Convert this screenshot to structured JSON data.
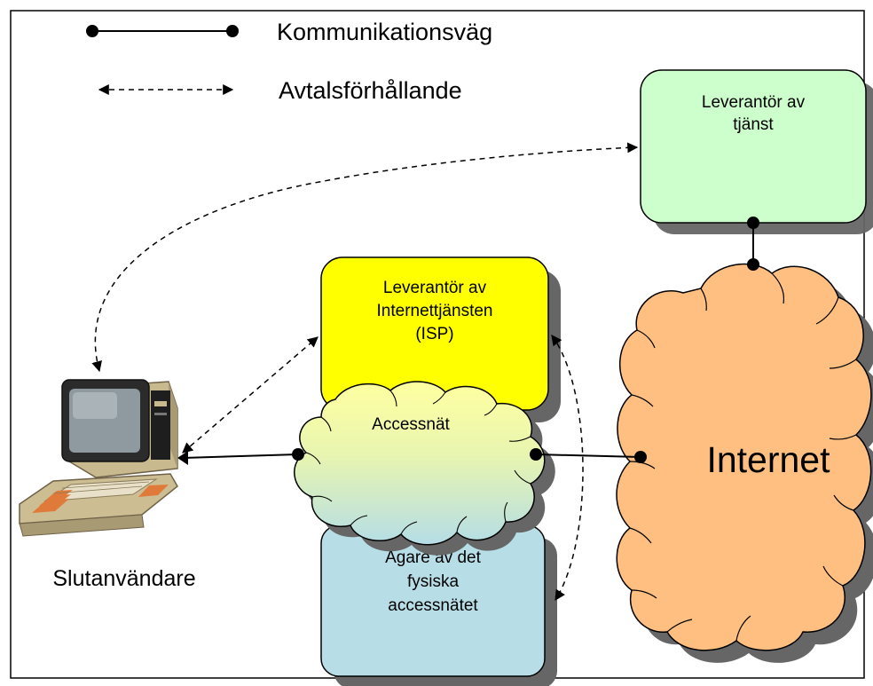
{
  "legend": {
    "communication_path": "Kommunikationsväg",
    "contract_relation": "Avtalsförhållande"
  },
  "nodes": {
    "service_provider": {
      "line1": "Leverantör av",
      "line2": "tjänst",
      "color": "#ccffcc"
    },
    "isp": {
      "line1": "Leverantör av",
      "line2": "Internettjänsten",
      "line3": "(ISP)",
      "color": "#ffff00"
    },
    "access_net": {
      "label": "Accessnät",
      "color_top": "#ffffa0",
      "color_bottom": "#b4dde6"
    },
    "owner": {
      "line1": "Ägare av det",
      "line2": "fysiska",
      "line3": "accessnätet",
      "color": "#b7dde6"
    },
    "internet": {
      "label": "Internet",
      "color": "#ffbf80"
    },
    "end_user": {
      "label": "Slutanvändare"
    }
  }
}
